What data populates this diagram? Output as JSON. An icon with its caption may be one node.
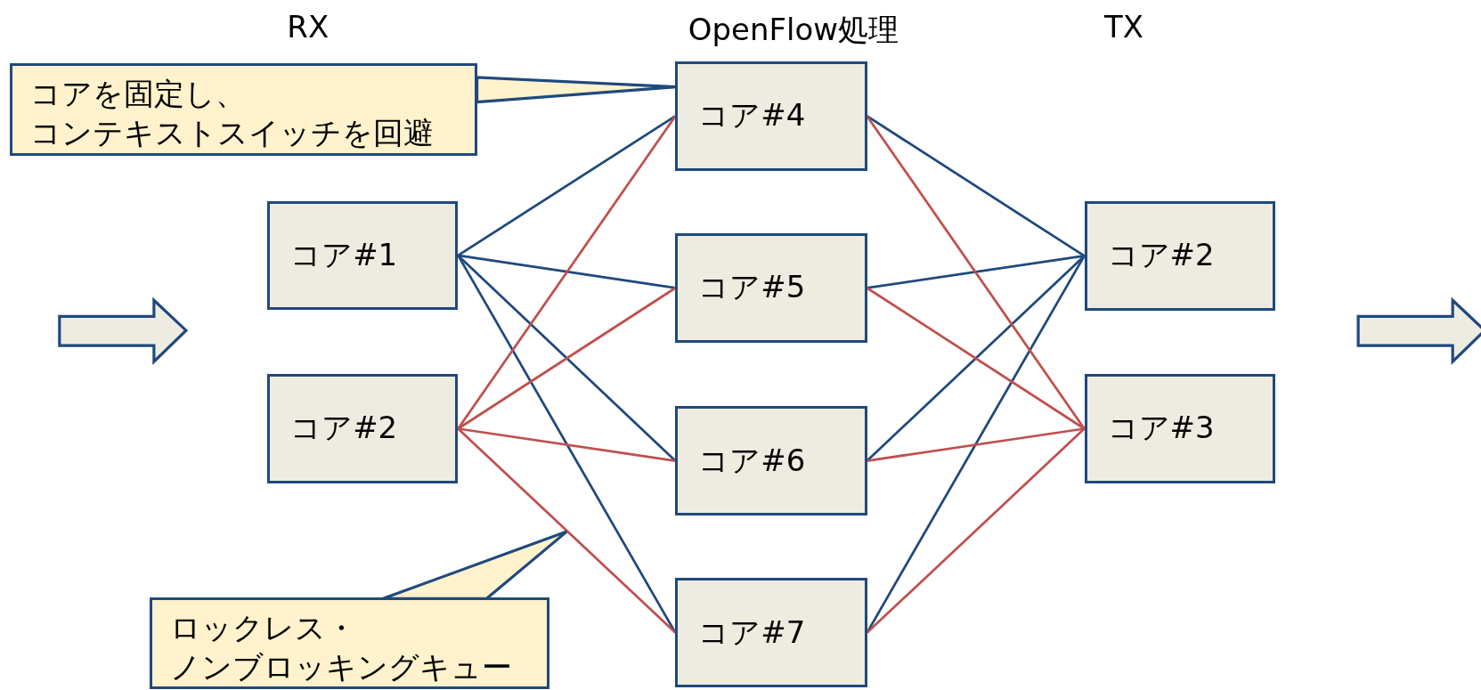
{
  "diagram": {
    "nodes": [
      {
        "text": [
          "コアを固定し、コンテキストスイッチを回避"
        ]
      },
      {
        "text": [
          "コア#1"
        ]
      },
      {
        "text": [
          "コア#2"
        ]
      },
      {
        "text": [
          "コア#4"
        ]
      },
      {
        "text": [
          "コア#5"
        ]
      },
      {
        "text": [
          "コア#6"
        ]
      },
      {
        "text": [
          "コア#7"
        ]
      },
      {
        "text": [
          "コア#2"
        ]
      },
      {
        "text": [
          "コア#3"
        ]
      },
      {
        "text": [
          "ロックレス・ノンブロッキングキュー"
        ]
      }
    ],
    "edges": [
      {
        "from": 0,
        "to": 3,
        "arrow": "none"
      },
      {
        "from": 1,
        "to": 3,
        "arrow": "none",
        "color": "#1f497d"
      },
      {
        "from": 1,
        "to": 4,
        "arrow": "none",
        "color": "#1f497d"
      },
      {
        "from": 1,
        "to": 5,
        "arrow": "none",
        "color": "#1f497d"
      },
      {
        "from": 1,
        "to": 6,
        "arrow": "none",
        "color": "#1f497d"
      },
      {
        "from": 2,
        "to": 3,
        "arrow": "none",
        "color": "#c0504d"
      },
      {
        "from": 2,
        "to": 4,
        "arrow": "none",
        "color": "#c0504d"
      },
      {
        "from": 2,
        "to": 5,
        "arrow": "none",
        "color": "#c0504d"
      },
      {
        "from": 2,
        "to": 6,
        "arrow": "none",
        "color": "#c0504d"
      },
      {
        "from": 3,
        "to": 7,
        "arrow": "none",
        "color": "#1f497d"
      },
      {
        "from": 4,
        "to": 7,
        "arrow": "none",
        "color": "#1f497d"
      },
      {
        "from": 5,
        "to": 7,
        "arrow": "none",
        "color": "#1f497d"
      },
      {
        "from": 6,
        "to": 7,
        "arrow": "none",
        "color": "#1f497d"
      },
      {
        "from": 3,
        "to": 8,
        "arrow": "none",
        "color": "#c0504d"
      },
      {
        "from": 4,
        "to": 8,
        "arrow": "none",
        "color": "#c0504d"
      },
      {
        "from": 5,
        "to": 8,
        "arrow": "none",
        "color": "#c0504d"
      },
      {
        "from": 6,
        "to": 8,
        "arrow": "none",
        "color": "#c0504d"
      },
      {
        "from": 9,
        "to": null,
        "arrow": "none"
      }
    ],
    "labels": [
      "RX",
      "OpenFlow処理",
      "TX"
    ]
  }
}
